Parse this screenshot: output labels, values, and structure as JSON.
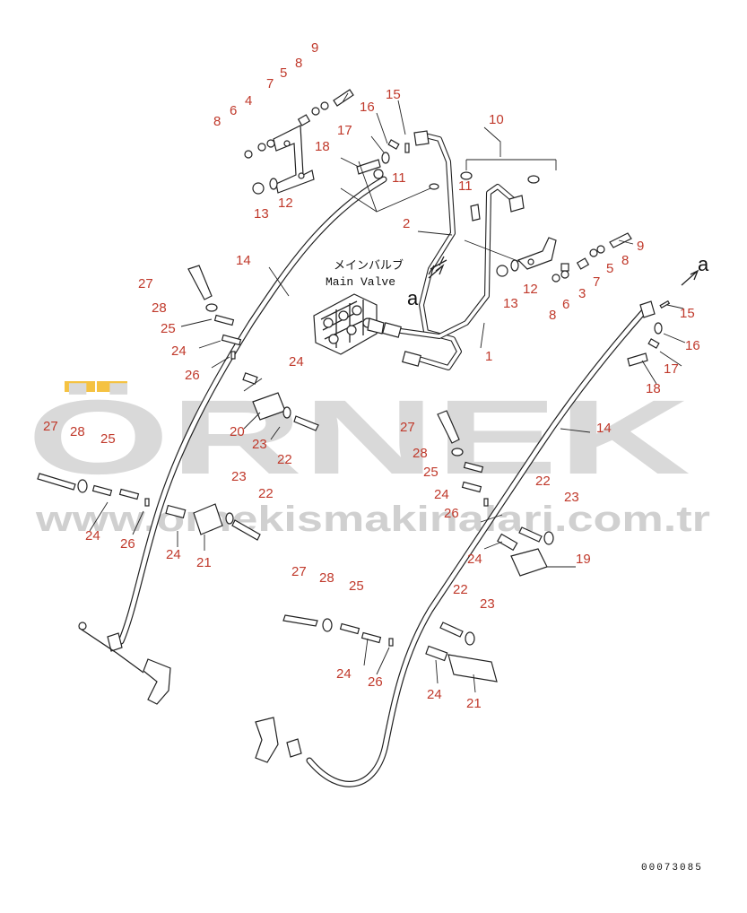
{
  "watermark": {
    "brand": "ÖRNEK",
    "url": "www.ornekismakinalari.com.tr",
    "accent_color": "#f5c242"
  },
  "main_valve": {
    "label_jp": "メインバルブ",
    "label_en": "Main Valve"
  },
  "reference_marks": [
    "a",
    "a"
  ],
  "drawing_code": "00073085",
  "part_numbers": {
    "p1": "1",
    "p2": "2",
    "p3": "3",
    "p4": "4",
    "p5a": "5",
    "p5b": "5",
    "p6a": "6",
    "p6b": "6",
    "p7a": "7",
    "p7b": "7",
    "p8a": "8",
    "p8b": "8",
    "p8c": "8",
    "p8d": "8",
    "p9a": "9",
    "p9b": "9",
    "p10": "10",
    "p11a": "11",
    "p11b": "11",
    "p12a": "12",
    "p12b": "12",
    "p13a": "13",
    "p13b": "13",
    "p14a": "14",
    "p14b": "14",
    "p15a": "15",
    "p15b": "15",
    "p16a": "16",
    "p16b": "16",
    "p17a": "17",
    "p17b": "17",
    "p18a": "18",
    "p18b": "18",
    "p19": "19",
    "p20": "20",
    "p21a": "21",
    "p21b": "21",
    "p22a": "22",
    "p22b": "22",
    "p22c": "22",
    "p22d": "22",
    "p23a": "23",
    "p23b": "23",
    "p23c": "23",
    "p23d": "23",
    "p24a": "24",
    "p24b": "24",
    "p24c": "24",
    "p24d": "24",
    "p24e": "24",
    "p24f": "24",
    "p24g": "24",
    "p24h": "24",
    "p25a": "25",
    "p25b": "25",
    "p25c": "25",
    "p25d": "25",
    "p26a": "26",
    "p26b": "26",
    "p26c": "26",
    "p26d": "26",
    "p27a": "27",
    "p27b": "27",
    "p27c": "27",
    "p27d": "27",
    "p28a": "28",
    "p28b": "28",
    "p28c": "28",
    "p28d": "28"
  },
  "colors": {
    "callout": "#c0392b",
    "line": "#222222",
    "watermark": "#d9d9d9"
  }
}
